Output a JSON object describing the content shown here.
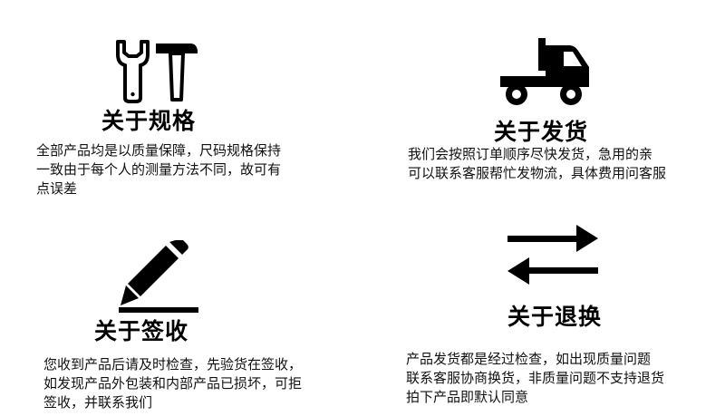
{
  "colors": {
    "text": "#111111",
    "icon": "#000000",
    "background": "#ffffff"
  },
  "sections": [
    {
      "icon": "wrench-hammer-icon",
      "title": "关于规格",
      "description": "全部产品均是以质量保障，尺码规格保持\n一致由于每个人的测量方法不同，故可有\n点误差"
    },
    {
      "icon": "truck-icon",
      "title": "关于发货",
      "description": "我们会按照订单顺序尽快发货，急用的亲\n可以联系客服帮忙发物流，具体费用问客服"
    },
    {
      "icon": "pencil-icon",
      "title": "关于签收",
      "description": "您收到产品后请及时检查，先验货在签收，\n如发现产品外包装和内部产品已损坏，可拒\n签收，并联系我们"
    },
    {
      "icon": "exchange-arrows-icon",
      "title": "关于退换",
      "description": "产品发货都是经过检查，如出现质量问题\n联系客服协商换货，非质量问题不支持退货\n拍下产品即默认同意"
    }
  ]
}
